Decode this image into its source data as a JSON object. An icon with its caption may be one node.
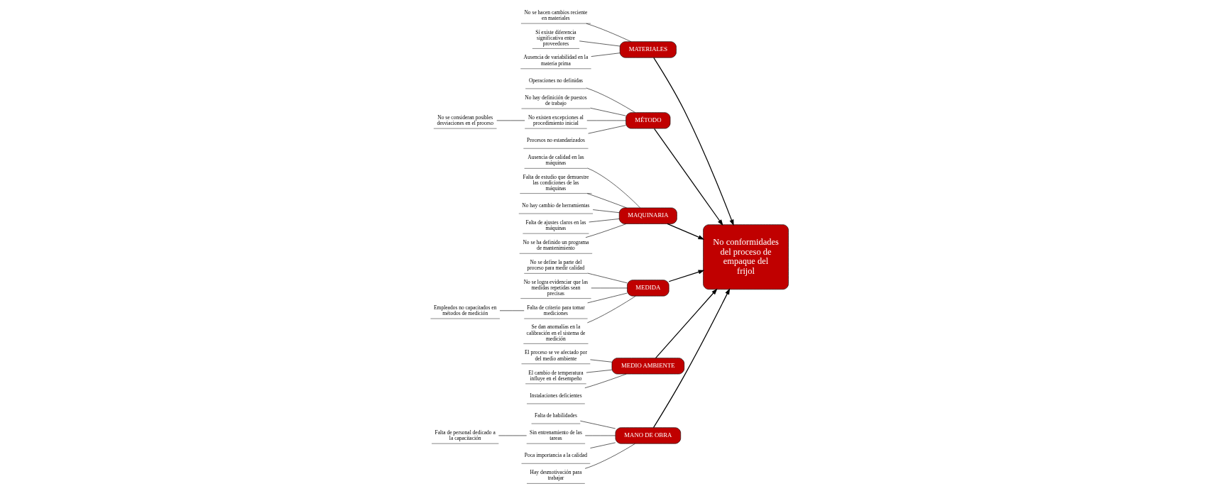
{
  "diagram": {
    "nodes": [
      {
        "text": [
          "MANO DE OBRA"
        ]
      },
      {
        "text": [
          "Falta de habilidades"
        ]
      },
      {
        "text": [
          "Sin entrenamiento de las tareas"
        ]
      },
      {
        "text": [
          "Falta de personal dedicado a la capacitación"
        ]
      },
      {
        "text": [
          "Poca importancia a la calidad"
        ]
      },
      {
        "text": [
          "Hay desmotivación para trabajar"
        ]
      },
      {
        "text": [
          "MATERIALES"
        ]
      },
      {
        "text": [
          "No se hacen cambios reciente en materiales"
        ]
      },
      {
        "text": [
          "Sí existe diferencia significativa entre proveedores"
        ]
      },
      {
        "text": [
          "Ausencia de variabilidad en la materia prima"
        ]
      },
      {
        "text": [
          "MÉTODO"
        ]
      },
      {
        "text": [
          "Operaciones no definidas"
        ]
      },
      {
        "text": [
          "No hay definición de puestos de trabajo"
        ]
      },
      {
        "text": [
          "No existen excepciones al procedimiento inicial"
        ]
      },
      {
        "text": [
          "No se consideran posibles desviaciones en el proceso"
        ]
      },
      {
        "text": [
          "Procesos no estandarizados"
        ]
      },
      {
        "text": [
          "No conformidades del proceso de empaque del frijol"
        ]
      },
      {
        "text": [
          "Ausencia de calidad en las máquinas"
        ]
      },
      {
        "text": [
          "Falta de estudio que demuestre las condiciones de las máquinas"
        ]
      },
      {
        "text": [
          "No hay cambio de herramientas"
        ]
      },
      {
        "text": [
          "Falta de ajustes claros en las máquinas"
        ]
      },
      {
        "text": [
          "No se ha definido un programa de mantenimiento"
        ]
      },
      {
        "text": [
          "MAQUINARIA"
        ]
      },
      {
        "text": [
          "No se define la parte del proceso para medir calidad"
        ]
      },
      {
        "text": [
          "No se logra evidenciar que las medidas repetidas sean precisas"
        ]
      },
      {
        "text": [
          "Falta de criterio para tomar mediciones"
        ]
      },
      {
        "text": [
          "Empleados no capacitados en métodos de medición"
        ]
      },
      {
        "text": [
          "Se dan anomalías en la calibración en el sistema de medición"
        ]
      },
      {
        "text": [
          "MEDIDA"
        ]
      },
      {
        "text": [
          "El proceso se ve afectado por del medio ambiente"
        ]
      },
      {
        "text": [
          "El cambio de temperatura influye en el desempeño"
        ]
      },
      {
        "text": [
          "Instalaciones deficientes"
        ]
      },
      {
        "text": [
          "MEDIO AMBIENTE"
        ]
      }
    ],
    "edges": [
      {
        "from": 1,
        "to": 0,
        "arrow": "none"
      },
      {
        "from": 2,
        "to": 0,
        "arrow": "none"
      },
      {
        "from": 3,
        "to": 2,
        "arrow": "none"
      },
      {
        "from": 4,
        "to": 0,
        "arrow": "none"
      },
      {
        "from": 5,
        "to": 0,
        "arrow": "none"
      },
      {
        "from": 0,
        "to": 16,
        "arrow": "to"
      },
      {
        "from": 7,
        "to": 6,
        "arrow": "none"
      },
      {
        "from": 8,
        "to": 6,
        "arrow": "none"
      },
      {
        "from": 9,
        "to": 6,
        "arrow": "none"
      },
      {
        "from": 6,
        "to": 16,
        "arrow": "to"
      },
      {
        "from": 11,
        "to": 10,
        "arrow": "none"
      },
      {
        "from": 12,
        "to": 10,
        "arrow": "none"
      },
      {
        "from": 13,
        "to": 10,
        "arrow": "none"
      },
      {
        "from": 14,
        "to": 13,
        "arrow": "none"
      },
      {
        "from": 15,
        "to": 10,
        "arrow": "none"
      },
      {
        "from": 10,
        "to": 16,
        "arrow": "to"
      },
      {
        "from": 17,
        "to": 22,
        "arrow": "none"
      },
      {
        "from": 18,
        "to": 22,
        "arrow": "none"
      },
      {
        "from": 19,
        "to": 22,
        "arrow": "none"
      },
      {
        "from": 20,
        "to": 22,
        "arrow": "none"
      },
      {
        "from": 21,
        "to": 22,
        "arrow": "none"
      },
      {
        "from": 22,
        "to": 16,
        "arrow": "to"
      },
      {
        "from": 23,
        "to": 28,
        "arrow": "none"
      },
      {
        "from": 24,
        "to": 28,
        "arrow": "none"
      },
      {
        "from": 25,
        "to": 28,
        "arrow": "none"
      },
      {
        "from": 26,
        "to": 25,
        "arrow": "none"
      },
      {
        "from": 27,
        "to": 28,
        "arrow": "none"
      },
      {
        "from": 28,
        "to": 16,
        "arrow": "to"
      },
      {
        "from": 29,
        "to": 32,
        "arrow": "none"
      },
      {
        "from": 30,
        "to": 32,
        "arrow": "none"
      },
      {
        "from": 31,
        "to": 32,
        "arrow": "none"
      },
      {
        "from": 32,
        "to": 16,
        "arrow": "to"
      }
    ]
  }
}
